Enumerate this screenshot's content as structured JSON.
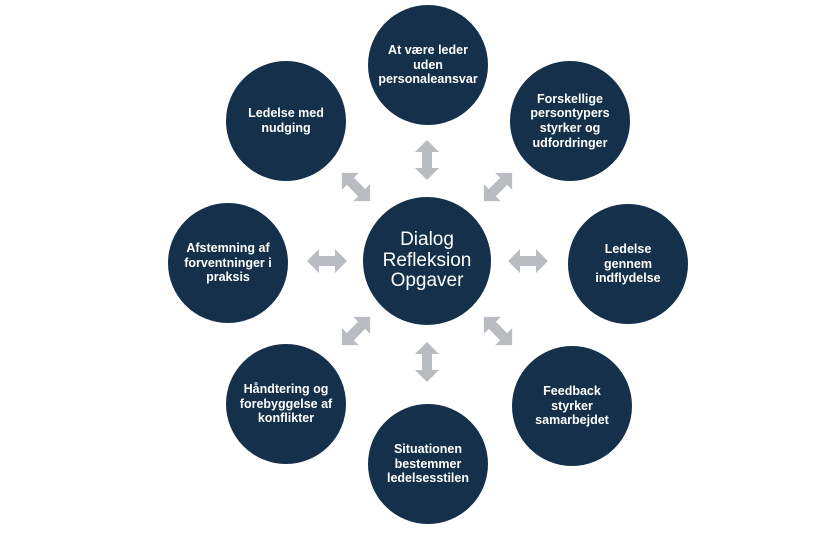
{
  "center": {
    "lines": "Dialog\nRefleksion\nOpgaver"
  },
  "nodes": [
    {
      "id": "top",
      "text": "At være leder\nuden\npersonaleansvar"
    },
    {
      "id": "top-right",
      "text": "Forskellige\npersontypers\nstyrker og\nudfordringer"
    },
    {
      "id": "right",
      "text": "Ledelse gennem\nindflydelse"
    },
    {
      "id": "bottom-right",
      "text": "Feedback\nstyrker\nsamarbejdet"
    },
    {
      "id": "bottom",
      "text": "Situationen\nbestemmer\nledelsesstilen"
    },
    {
      "id": "bottom-left",
      "text": "Håndtering og\nforebyggelse af\nkonflikter"
    },
    {
      "id": "left",
      "text": "Afstemning af\nforventninger i\npraksis"
    },
    {
      "id": "top-left",
      "text": "Ledelse med\nnudging"
    }
  ],
  "colors": {
    "circle": "#14304a",
    "arrow": "#b9bcc0",
    "text": "#ffffff"
  },
  "arrow_icon": "double-headed-arrow"
}
